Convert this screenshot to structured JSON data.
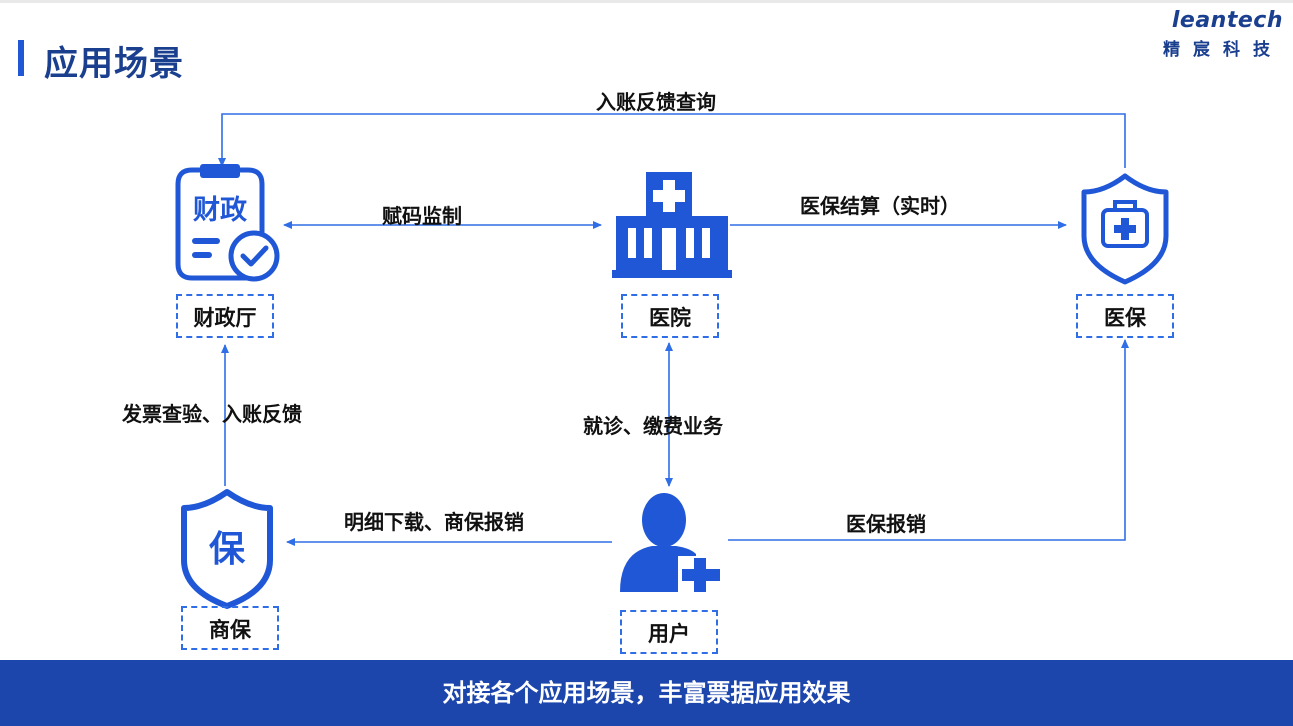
{
  "header": {
    "title": "应用场景"
  },
  "logo": {
    "brand_en": "leantech",
    "brand_cn": "精宸科技"
  },
  "nodes": {
    "finance": {
      "label": "财政厅",
      "icon_text": "财政"
    },
    "hospital": {
      "label": "医院"
    },
    "insurance": {
      "label": "医保"
    },
    "commercial": {
      "label": "商保",
      "icon_text": "保"
    },
    "user": {
      "label": "用户"
    }
  },
  "edges": {
    "feedback_query": "入账反馈查询",
    "code_supervision": "赋码监制",
    "settlement": "医保结算（实时）",
    "invoice_check": "发票查验、入账反馈",
    "visit_payment": "就诊、缴费业务",
    "detail_download": "明细下载、商保报销",
    "reimbursement": "医保报销"
  },
  "footer": {
    "banner": "对接各个应用场景，丰富票据应用效果"
  },
  "colors": {
    "accent": "#1f57d6",
    "banner": "#1d46ad",
    "title": "#1a3f8f",
    "line": "#2f6ee6"
  }
}
